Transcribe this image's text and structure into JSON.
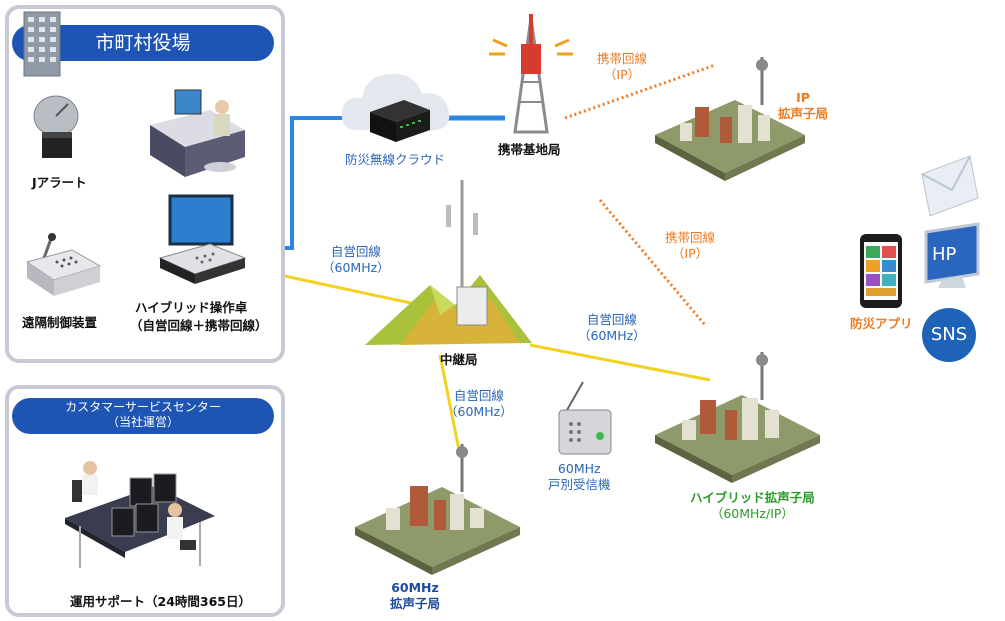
{
  "municipality": {
    "title": "市町村役場"
  },
  "jalert": {
    "label": "Jアラート"
  },
  "remote_control": {
    "label": "遠隔制御装置"
  },
  "hybrid_console": {
    "line1": "ハイブリッド操作卓",
    "line2": "（自営回線＋携帯回線）"
  },
  "customer_center": {
    "title_line1": "カスタマーサービスセンター",
    "title_line2": "（当社運営）",
    "support": "運用サポート（24時間365日）"
  },
  "cloud": {
    "label": "防災無線クラウド"
  },
  "base_station": {
    "label": "携帯基地局"
  },
  "links": {
    "mobile_ip_1_line1": "携帯回線",
    "mobile_ip_1_line2": "（IP）",
    "mobile_ip_2_line1": "携帯回線",
    "mobile_ip_2_line2": "（IP）",
    "own_60_1_line1": "自営回線",
    "own_60_1_line2": "（60MHz）",
    "own_60_2_line1": "自営回線",
    "own_60_2_line2": "（60MHz）",
    "own_60_3_line1": "自営回線",
    "own_60_3_line2": "（60MHz）"
  },
  "relay": {
    "label": "中継局"
  },
  "ip_speaker": {
    "line1": "IP",
    "line2": "拡声子局"
  },
  "hybrid_speaker": {
    "line1": "ハイブリッド拡声子局",
    "line2": "（60MHz/IP）"
  },
  "speaker_60": {
    "line1": "60MHz",
    "line2": "拡声子局"
  },
  "receiver": {
    "line1": "60MHz",
    "line2": "戸別受信機"
  },
  "app": {
    "label": "防災アプリ"
  },
  "hp": {
    "label": "HP"
  },
  "sns": {
    "label": "SNS"
  },
  "colors": {
    "pill": "#1e54b4",
    "orange": "#ef7a1e",
    "green": "#2a9a2a",
    "line_blue": "#2b86e0"
  }
}
